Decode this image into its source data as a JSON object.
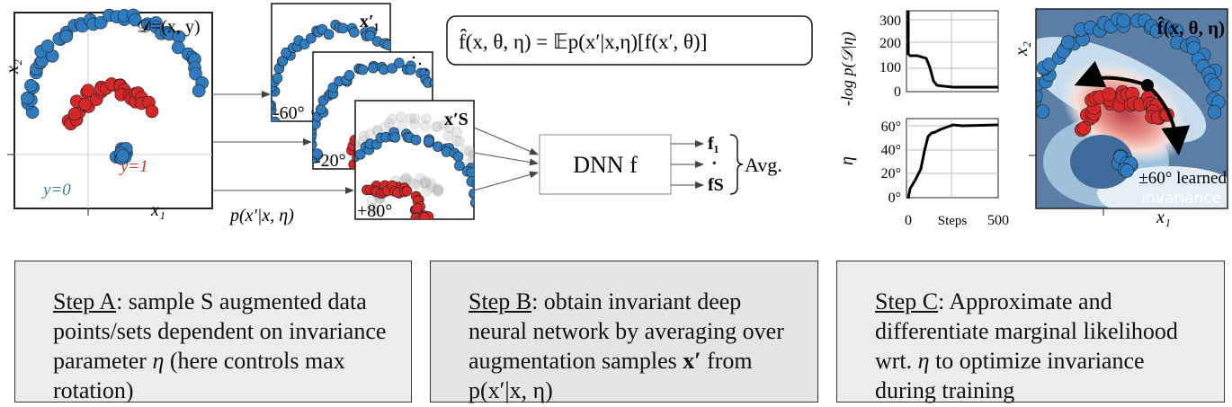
{
  "panel_data": {
    "title": "𝒟=(x, y)",
    "x_label": "x₁",
    "y_label": "x₂",
    "class0_label": "y=0",
    "class1_label": "y=1"
  },
  "augmentations": {
    "sample_first": "x′₁",
    "sample_last": "x′S",
    "angles": [
      "-60°",
      "-20°",
      "+80°"
    ],
    "distribution": "p(x′|x, η)"
  },
  "formula": "f̂(x, θ, η) = 𝔼p(x′|x,η)[f(x′, θ)]",
  "network": {
    "label": "DNN f",
    "outputs": [
      "f₁",
      "·",
      "fS"
    ],
    "aggregate": "Avg."
  },
  "loss_plot": {
    "ylabel": "-log p(𝒟|η)",
    "yticks": [
      "300",
      "200",
      "100",
      "0"
    ]
  },
  "eta_plot": {
    "ylabel": "η",
    "yticks": [
      "60°",
      "40°",
      "20°",
      "0°"
    ],
    "xticks": [
      "0",
      "500"
    ],
    "xlabel": "Steps"
  },
  "result_panel": {
    "title": "f̂(x, θ, η)",
    "x_label": "x₁",
    "y_label": "x₂",
    "annotation_1": "±60° learned",
    "annotation_2": "invariance"
  },
  "steps": [
    {
      "title": "Step A",
      "text": ": sample S augmented data points/sets dependent on invariance parameter ",
      "math": "η",
      "tail": " (here controls max rotation)"
    },
    {
      "title": "Step B",
      "text": ": obtain invariant deep neural network by averaging over augmentation samples ",
      "math": "x′",
      "tail": " from  p(x′|x, η)"
    },
    {
      "title": "Step C",
      "text": ": Approximate and differentiate marginal likelihood wrt. ",
      "math": "η",
      "tail": " to optimize invariance during training"
    }
  ],
  "colors": {
    "class0": "#2f7bbf",
    "class1": "#d62728",
    "bg_blue": "#5a7ea6",
    "panel_bg": "#ececec"
  }
}
